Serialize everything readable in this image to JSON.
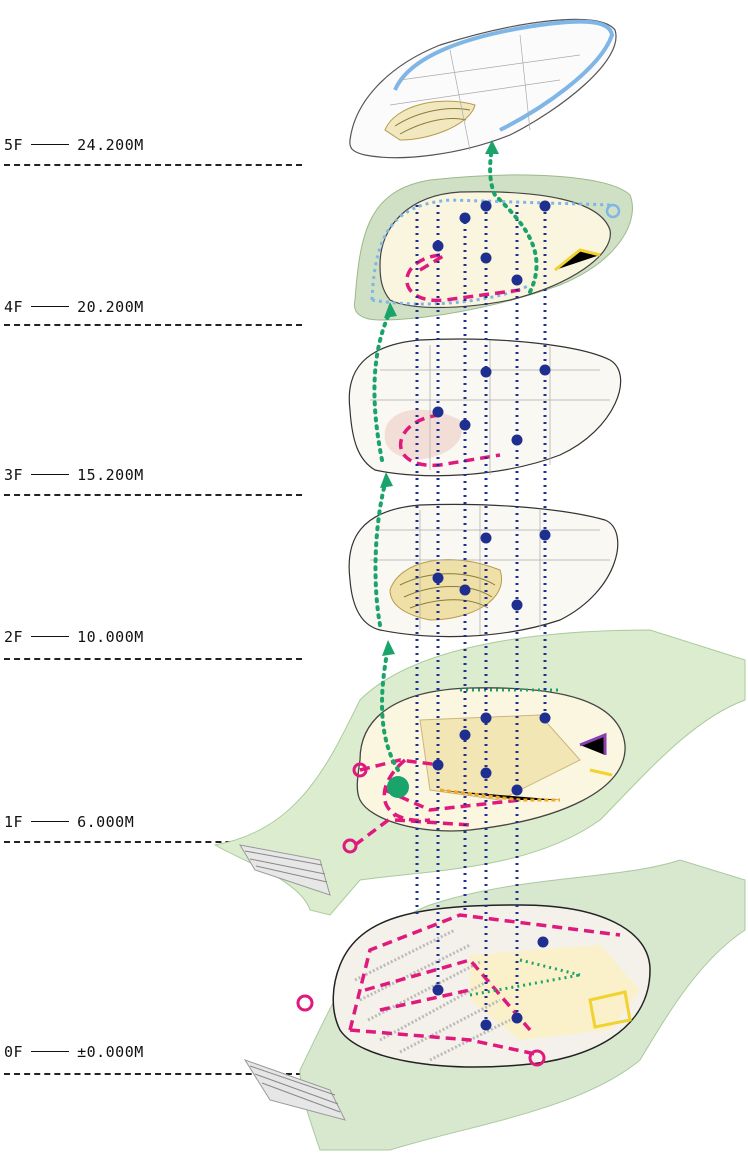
{
  "levels": [
    {
      "floor": "5F",
      "elevation": "24.200M"
    },
    {
      "floor": "4F",
      "elevation": "20.200M"
    },
    {
      "floor": "3F",
      "elevation": "15.200M"
    },
    {
      "floor": "2F",
      "elevation": "10.000M"
    },
    {
      "floor": "1F",
      "elevation": "6.000M"
    },
    {
      "floor": "0F",
      "elevation": "±0.000M"
    }
  ],
  "colors": {
    "vertical_core": "#1f2f8f",
    "stair_path": "#1aa36a",
    "public_route": "#e0197d",
    "roof_walk": "#7fb6e6",
    "landscape": "#cfe3c6",
    "floor_fill": "#fbf7e6",
    "secondary_route": "#f5a623",
    "service_route": "#8a3fb0",
    "service_yellow": "#f2d22e"
  }
}
